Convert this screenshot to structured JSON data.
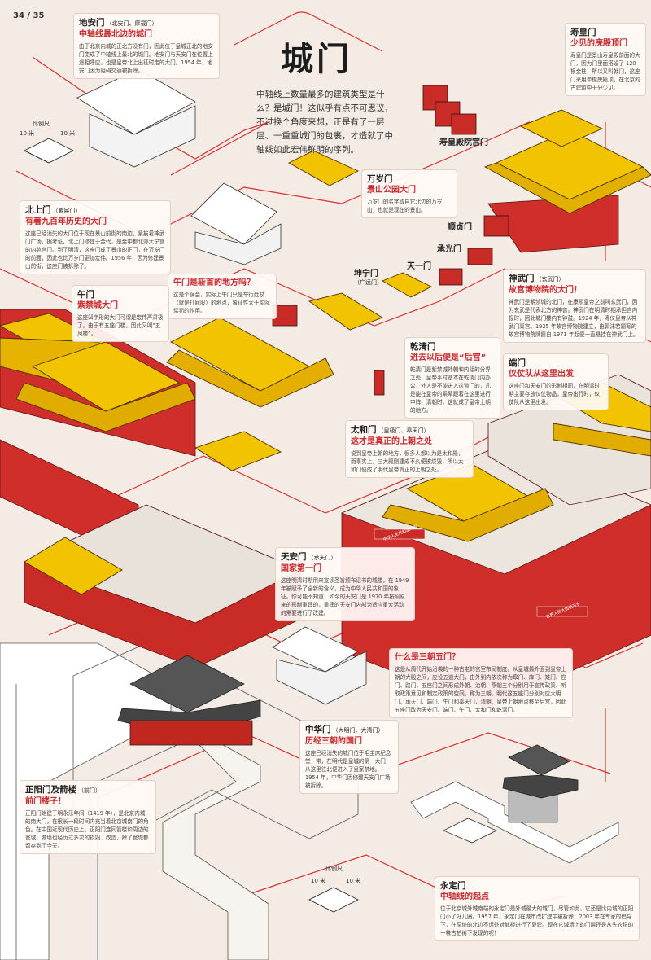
{
  "page_number": "34 / 35",
  "title": "城门",
  "intro": "中轴线上数量最多的建筑类型是什么？是城门！这似乎有点不可思议，不过换个角度来想，正是有了一层层、一重重城门的包裹，才造就了中轴线如此宏伟鲜明的序列。",
  "scale": {
    "label": "比例尺",
    "left": "10 米",
    "right": "10 米"
  },
  "labels": {
    "shouhuangdian_gate": "寿皇殿院宫门",
    "shunzhen": "顺贞门",
    "chengguang": "承光门",
    "tianyi": "天一门",
    "kunning": "坤宁门",
    "kunning_alt": "（广运门）"
  },
  "gates": [
    {
      "name": "地安门",
      "alias": "（北安门、厚载门）",
      "subtitle": "中轴线最北边的城门",
      "text": "由于北京内城的正北方没有门，因此位于皇城正北的地安门变成了中轴线上最北的城门。地安门与天安门在位置上遥相呼应，也是皇帝北上出征时走的大门。1954 年，地安门因为阻碍交通被拆除。"
    },
    {
      "name": "寿皇门",
      "alias": "",
      "subtitle": "少见的庑殿顶门",
      "text": "寿皇门是景山寿皇殿前面的大门，因为门里面搭设了 120 根金柱，所以又叫戟门，这座门采用单檐庑殿顶，在北京的古建筑中十分少见。"
    },
    {
      "name": "万岁门",
      "alias": "",
      "subtitle": "景山公园大门",
      "text": "万岁门的名字取自它北边的万岁山，也就是现在的景山。"
    },
    {
      "name": "北上门",
      "alias": "（紫宸门）",
      "subtitle": "有着九百年历史的大门",
      "text": "这座已经消失的大门位于现在景山前街的南边，紧挨着神武门广场，据考证，北上门修建于金代，是金中都北郊大宁宫的内苑宫门。到了明清，这座门成了景山的正门，在万岁门的前面，因此也比万岁门更加宏伟。1956 年，因为修建景山前街，这座门被拆除了。"
    },
    {
      "name": "神武门",
      "alias": "（玄武门）",
      "subtitle": "故宫博物院的大门！",
      "text": "神武门是紫禁城的北门，在康熙皇帝之前叫玄武门，因为玄武是代表北方的神兽。神武门在明清时期承担宫内报时，因此城门楼内有钟鼓。1924 年，溥仪皇帝从神武门离宫。1925 年故宫博物院建立，由郭沫若题写的故宫博物院牌匾自 1971 年起便一直悬挂在神武门上。"
    },
    {
      "name": "午门",
      "alias": "",
      "subtitle": "紫禁城大门",
      "text": "这座凹字形的大门可谓是宏伟严肃极了。由于有五座门楼，因此又叫“五凤楼”。"
    },
    {
      "name": "乾清门",
      "alias": "",
      "subtitle": "进去以后便是“后宫”",
      "text": "乾清门是紫禁城外朝和内廷的分界之处，皇帝平时基本在乾清门内办公，外人是不能进入这道门的，凡是能在皇帝的乘辇跟着在这里进行申阵、清朝时，这就成了皇帝上朝的地方。"
    },
    {
      "name": "端门",
      "alias": "",
      "subtitle": "仪仗队从这里出发",
      "text": "这座门和天安门的形制相同，在明清时期主要存放仪仗物品，皇帝出行时，仪仗队从这里出发。"
    },
    {
      "name": "太和门",
      "alias": "（皇极门、奉天门）",
      "subtitle": "这才是真正的上朝之处",
      "text": "说到皇帝上朝的地方，很多人都以为是太和殿，而事实上，三大殿刚建成不久便被烧毁，所以太和门便成了明代皇帝真正的上朝之处。"
    },
    {
      "name": "天安门",
      "alias": "（承天门）",
      "subtitle": "国家第一门",
      "text": "这座明清时期用来宣读圣旨颁布诏书的城楼，在 1949 年被赋予了全新的含义，成为中华人民共和国的象征。你可能不知道，如今的天安门是 1970 年按照原来的形制重建的，重建的天安门内部为适应重大活动的需要进行了改建。"
    },
    {
      "name": "中华门",
      "alias": "（大明门、大清门）",
      "subtitle": "历经三朝的国门",
      "text": "这座已经消失的城门位于毛主席纪念堂一带，在明代是皇城的第一大门，从这里往北便进入了皇家禁地。1954 年，中华门因修建天安门广场被拆除。"
    },
    {
      "name": "正阳门及箭楼",
      "alias": "（前门）",
      "subtitle": "前门楼子！",
      "text": "正阳门始建于明永乐年间（1419 年），是北京内城的南大门，在很长一段时间内充当着北京城南门的角色。在中国近现代历史上，正阳门连同箭楼和周边的瓮城、城墙也经历过多次的损毁、改造，除了瓮城都留存到了今天。"
    },
    {
      "name": "永定门",
      "alias": "",
      "subtitle": "中轴线的起点",
      "text": "位于北京城外城南端的永定门是外城最大的城门，尽管如此，它还是比内城的正阳门小了好几圈。1957 年，永定门在城市改扩建中被拆除，2003 年在专家的倡导下，在原址的北边不远处对城楼进行了复建。现在它城墙上的门匾还是从先农坛的一株古柏树下发现的呢！"
    }
  ],
  "qa": [
    {
      "q": "午门是斩首的地方吗？",
      "a": "这是个误会，实际上午门只是举行廷杖（就是打屁股）的地点，象征性大于实际惩罚的作用。"
    },
    {
      "q": "什么是三朝五门？",
      "a": "这是从周代开始沿袭的一种古老的宫室布局制度。从皇城最外面到皇帝上朝的大殿之间，应设五道大门，由外到内依次称为皋门、库门、雉门、应门、路门，五座门之间形成外朝、治朝、燕朝三个分别用于宣传政策、听取政策意见和制定政策的空间，称为三朝。明代这五座门分别对应大明门、承天门、端门、午门和奉天门，清朝、皇帝上朝地点移至后宫，因此五座门改为天安门、端门、午门、太和门和乾清门。"
    }
  ],
  "plaques": {
    "tiananmen_left": "中华人民共和国万岁",
    "tiananmen_right": "世界人民大团结万岁"
  },
  "colors": {
    "roof": "#f2c300",
    "wall": "#cf2e2a",
    "accent": "#c9282d",
    "route": "#d6302f"
  }
}
